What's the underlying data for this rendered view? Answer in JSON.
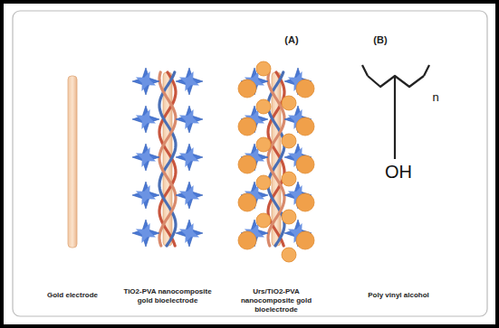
{
  "diagram": {
    "labels": [
      "(A)",
      "(B)",
      "n",
      "OH",
      "Gold electrode",
      "TiO2-PVA nanocomposite gold bioelectrode",
      "Urs/TiO2-PVA nanocomposite gold bioelectrode",
      "Poly vinyl alcohol"
    ]
  }
}
